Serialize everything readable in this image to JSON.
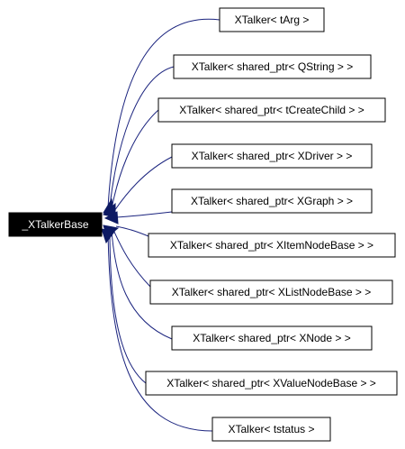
{
  "colors": {
    "base_fill": "#000000",
    "base_text": "#ffffff",
    "node_fill": "#ffffff",
    "node_border": "#000000",
    "edge": "#1a237e"
  },
  "base_node": {
    "label": "_XTalkerBase"
  },
  "derived_nodes": [
    {
      "label": "XTalker< tArg >"
    },
    {
      "label": "XTalker< shared_ptr< QString > >"
    },
    {
      "label": "XTalker< shared_ptr< tCreateChild > >"
    },
    {
      "label": "XTalker< shared_ptr< XDriver > >"
    },
    {
      "label": "XTalker< shared_ptr< XGraph > >"
    },
    {
      "label": "XTalker< shared_ptr< XItemNodeBase > >"
    },
    {
      "label": "XTalker< shared_ptr< XListNodeBase > >"
    },
    {
      "label": "XTalker< shared_ptr< XNode > >"
    },
    {
      "label": "XTalker< shared_ptr< XValueNodeBase > >"
    },
    {
      "label": "XTalker< tstatus >"
    }
  ]
}
